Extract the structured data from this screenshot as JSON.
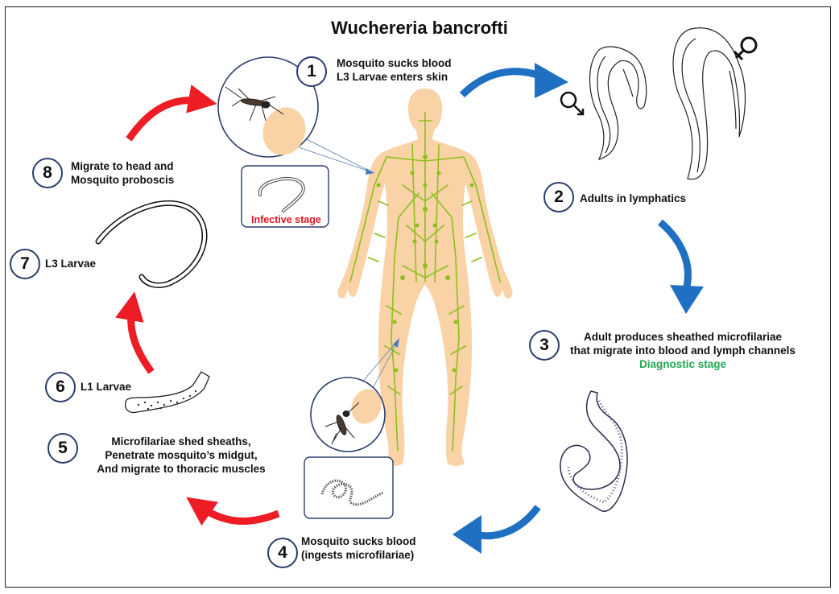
{
  "title": "Wuchereria bancrofti",
  "colors": {
    "arrow_red": "#ee1c24",
    "arrow_blue": "#1f6fc2",
    "body_fill": "#f9d2a6",
    "lymph_green": "#8fbf1e",
    "circle_border": "#2b3d6b",
    "infective_red": "#e0161e",
    "diagnostic_green": "#1fa84f"
  },
  "steps": [
    {
      "num": "1",
      "lines": [
        "Mosquito sucks blood",
        "L3 Larvae enters skin"
      ]
    },
    {
      "num": "2",
      "lines": [
        "Adults in lymphatics"
      ]
    },
    {
      "num": "3",
      "lines": [
        "Adult produces sheathed microfilariae",
        "that migrate into blood and lymph channels"
      ],
      "tag": "Diagnostic stage"
    },
    {
      "num": "4",
      "lines": [
        "Mosquito sucks blood",
        "(ingests microfilariae)"
      ]
    },
    {
      "num": "5",
      "lines": [
        "Microfilariae shed sheaths,",
        "Penetrate mosquito’s midgut,",
        "And migrate to thoracic muscles"
      ]
    },
    {
      "num": "6",
      "lines": [
        "L1 Larvae"
      ]
    },
    {
      "num": "7",
      "lines": [
        "L3 Larvae"
      ]
    },
    {
      "num": "8",
      "lines": [
        "Migrate to head and",
        "Mosquito proboscis"
      ]
    }
  ],
  "infective_label": "Infective stage",
  "icons": [
    "male-symbol-icon",
    "female-symbol-icon",
    "mosquito-icon",
    "human-body-lymphatic-icon",
    "worm-icon"
  ]
}
